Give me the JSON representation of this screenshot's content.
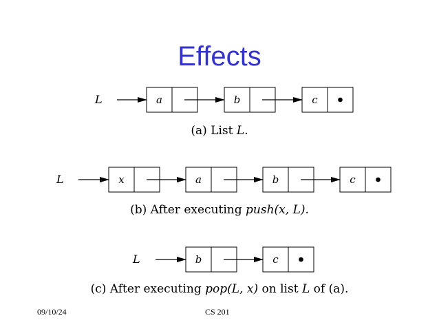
{
  "slide": {
    "title": "Effects"
  },
  "diagrams": {
    "a": {
      "list_label": "L",
      "nodes": [
        "a",
        "b",
        "c"
      ],
      "caption_prefix": "(a) List ",
      "caption_var": "L",
      "caption_suffix": "."
    },
    "b": {
      "list_label": "L",
      "nodes": [
        "x",
        "a",
        "b",
        "c"
      ],
      "caption_prefix": "(b) After executing ",
      "caption_func": "push(x, L)",
      "caption_suffix": "."
    },
    "c": {
      "list_label": "L",
      "nodes": [
        "b",
        "c"
      ],
      "caption_prefix": "(c) After executing ",
      "caption_func": "pop(L, x)",
      "caption_mid": " on list ",
      "caption_var": "L",
      "caption_suffix": " of (a)."
    }
  },
  "footer": {
    "date": "09/10/24",
    "course": "CS 201"
  }
}
